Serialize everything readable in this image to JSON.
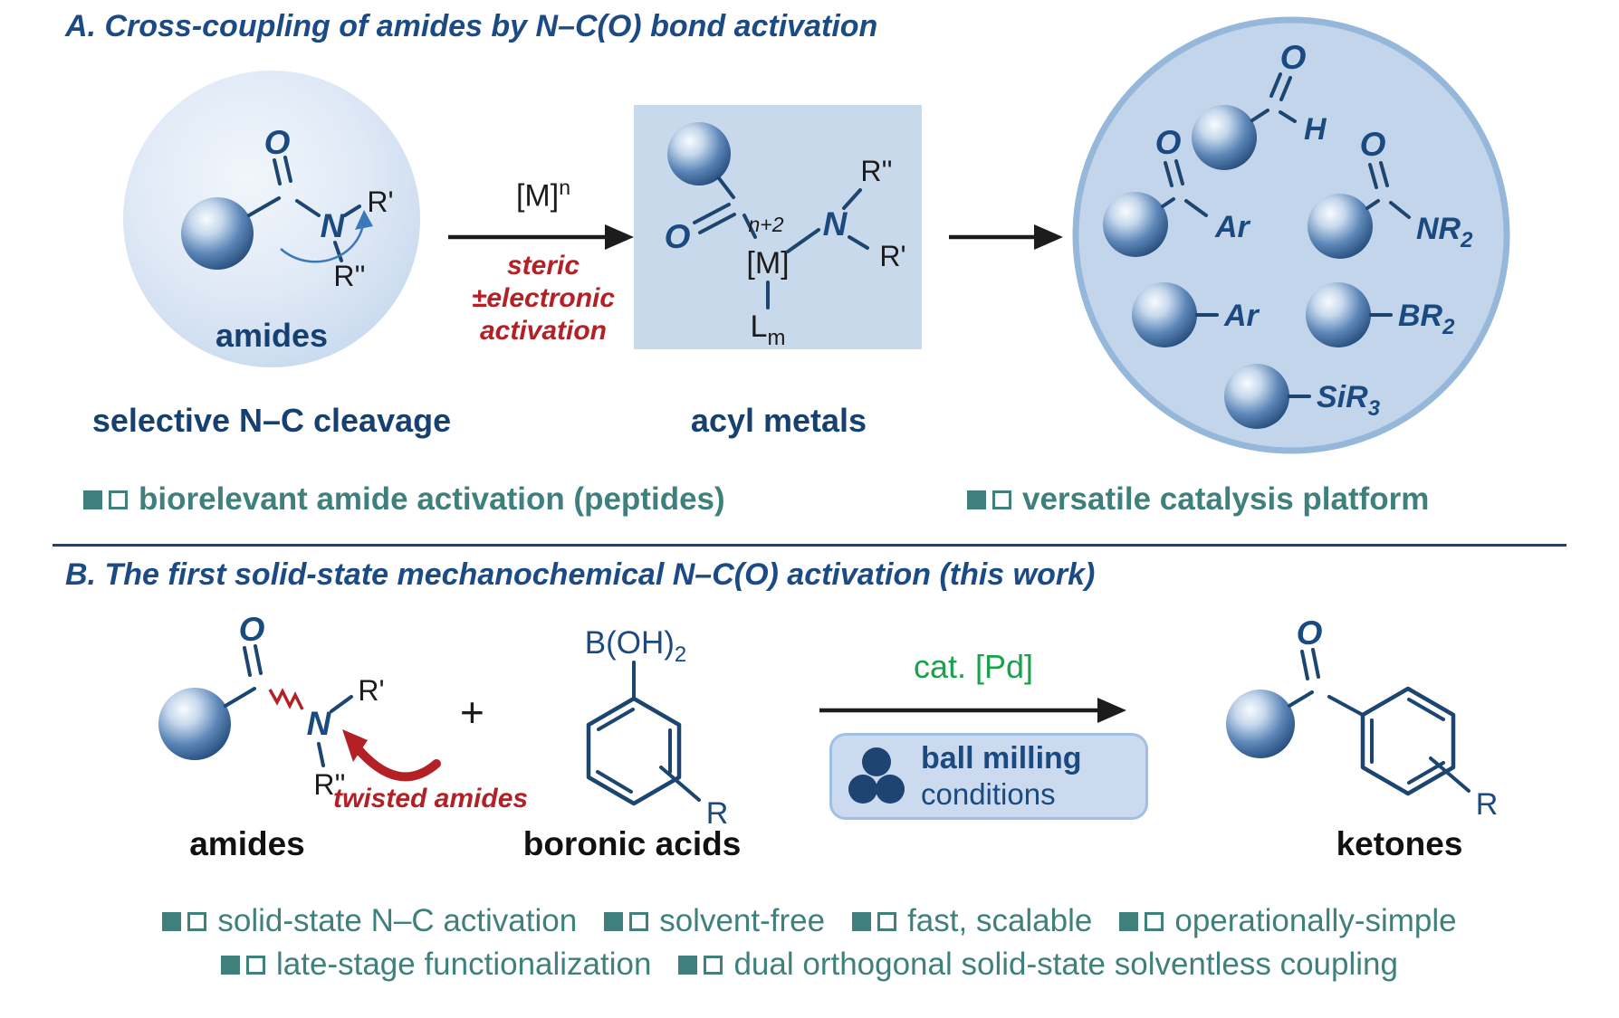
{
  "panel_a": {
    "title": "A. Cross-coupling of amides by N–C(O) bond activation",
    "reagent": {
      "base": "[M]",
      "sup": "n"
    },
    "notes": {
      "line1": "steric",
      "line2": "±electronic",
      "line3": "activation"
    },
    "amide": {
      "o": "O",
      "n": "N",
      "r_prime": "R'",
      "r_double_prime": "R''",
      "label": "amides"
    },
    "caption_left": "selective N–C cleavage",
    "acyl": {
      "o": "O",
      "ox": "n+2",
      "m": "[M]",
      "ligand": "L",
      "ligand_sub": "m",
      "n": "N",
      "r_prime": "R'",
      "r_double_prime": "R''",
      "label": "acyl metals"
    },
    "products": {
      "aldehyde_o": "O",
      "aldehyde_h": "H",
      "aryl_ketone_o": "O",
      "aryl_ketone_ar": "Ar",
      "amide_o": "O",
      "amide_base": "NR",
      "amide_sub": "2",
      "aryl": "Ar",
      "boryl_base": "BR",
      "boryl_sub": "2",
      "silyl_base": "SiR",
      "silyl_sub": "3"
    },
    "bullet1": "biorelevant amide activation (peptides)",
    "bullet2": "versatile catalysis platform"
  },
  "panel_b": {
    "title": "B. The first solid-state mechanochemical N–C(O) activation (this work)",
    "amide": {
      "o": "O",
      "n": "N",
      "r_prime": "R'",
      "r_double_prime": "R''",
      "note": "twisted amides",
      "label": "amides"
    },
    "plus": "+",
    "boronic": {
      "base": "B(OH)",
      "sub": "2",
      "r": "R",
      "label": "boronic acids"
    },
    "reaction": {
      "catalyst": "cat. [Pd]",
      "cond_line1": "ball milling",
      "cond_line2": "conditions"
    },
    "ketone": {
      "o": "O",
      "r": "R",
      "label": "ketones"
    },
    "bullets_row1": [
      "solid-state N–C activation",
      "solvent-free",
      "fast, scalable",
      "operationally-simple"
    ],
    "bullets_row2": [
      "late-stage functionalization",
      "dual orthogonal solid-state solventless coupling"
    ]
  },
  "colors": {
    "navy": "#1a4a80",
    "teal": "#40807c",
    "red": "#b32025",
    "green": "#19a24a",
    "panel_blue": "#c9d9ec",
    "circle_blue": "#c3d5ea"
  }
}
